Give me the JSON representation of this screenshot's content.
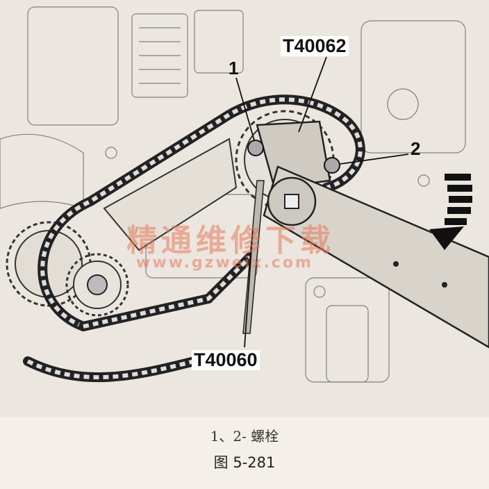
{
  "callouts": {
    "bolt_1": "1",
    "bolt_2": "2",
    "tool_top": "T40062",
    "tool_bottom": "T40060"
  },
  "watermark": {
    "text": "精通维修下载",
    "url": "www.gzweix.com"
  },
  "caption": {
    "legend": "1、2- 螺栓",
    "figure": "图 5-281"
  },
  "colors": {
    "background": "#f4efe8",
    "ink": "#1a1a1a",
    "watermark": "#e6785a"
  }
}
